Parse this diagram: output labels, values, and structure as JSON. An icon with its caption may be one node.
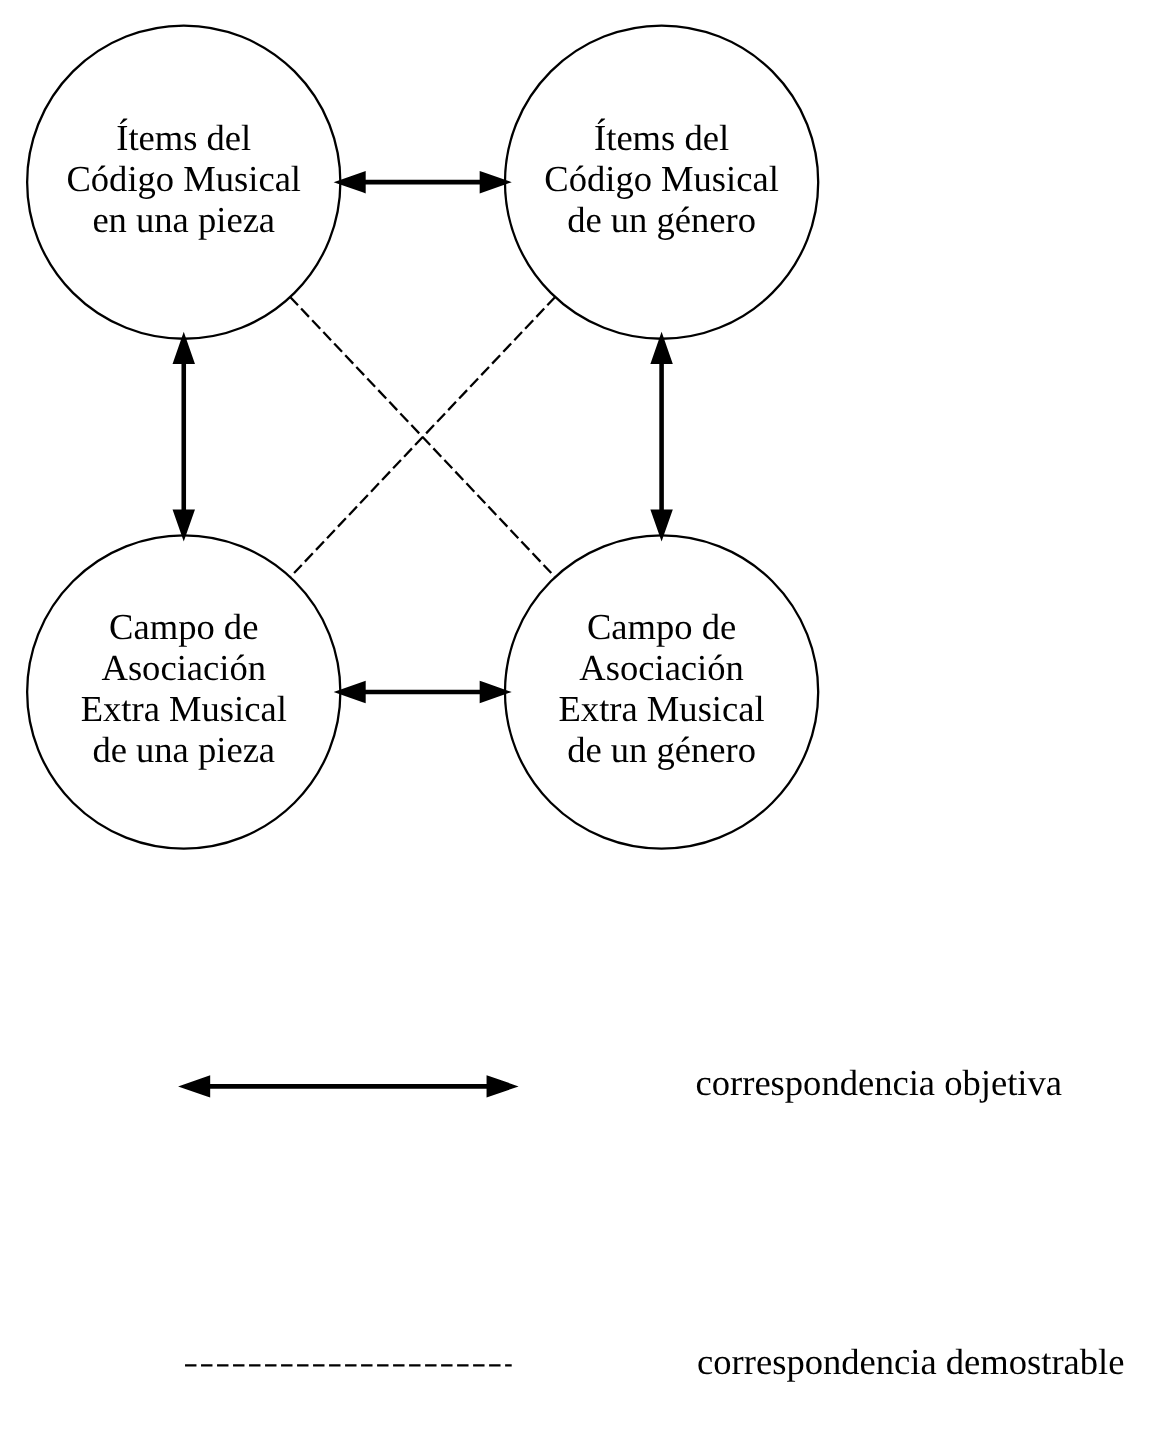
{
  "diagram": {
    "nodes": [
      {
        "text": [
          "Ítems del Código Musical en una pieza"
        ]
      },
      {
        "text": [
          "Ítems del Código Musical de un género"
        ]
      },
      {
        "text": [
          "Campo de Asociación Extra Musical de una pieza"
        ]
      },
      {
        "text": [
          "Campo de Asociación Extra Musical de un género"
        ]
      }
    ],
    "edges": [
      {
        "from": 0,
        "to": 1,
        "arrow": "both"
      },
      {
        "from": 0,
        "to": 2,
        "arrow": "both"
      },
      {
        "from": 1,
        "to": 3,
        "arrow": "both"
      },
      {
        "from": 2,
        "to": 3,
        "arrow": "both"
      },
      {
        "from": 0,
        "to": 3,
        "arrow": "none",
        "style": "dashed"
      },
      {
        "from": 1,
        "to": 2,
        "arrow": "none",
        "style": "dashed"
      }
    ],
    "legend": [
      {
        "text": "correspondencia objetiva"
      },
      {
        "text": "correspondencia demostrable"
      }
    ]
  }
}
